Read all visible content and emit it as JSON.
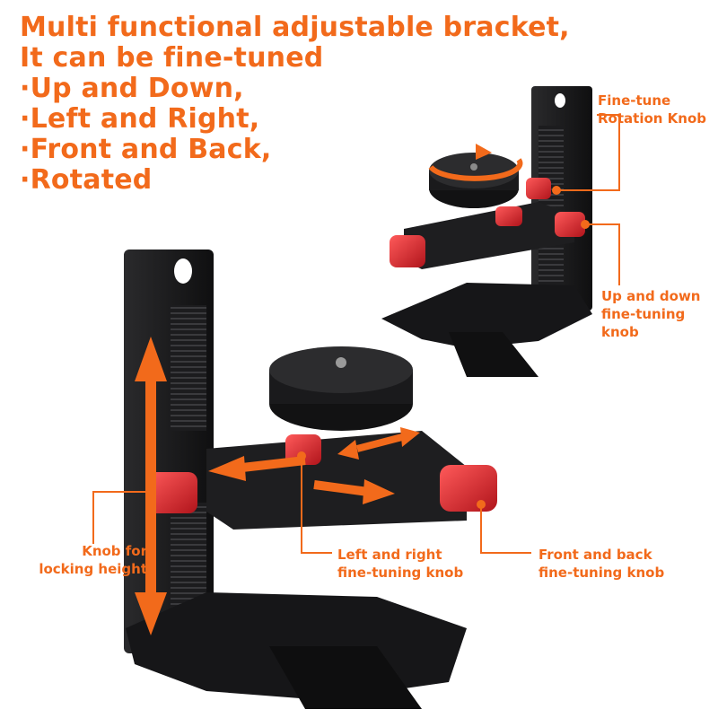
{
  "headline": [
    "Multi functional adjustable bracket,",
    "It can be fine-tuned",
    "·Up and Down,",
    "·Left and Right,",
    "·Front and Back,",
    "·Rotated"
  ],
  "callouts": {
    "rotation_knob": [
      "Fine-tune",
      "Rotation Knob"
    ],
    "up_down": [
      "Up and down",
      "fine-tuning",
      "knob"
    ],
    "locking_height": [
      "Knob for",
      "locking height"
    ],
    "left_right": [
      "Left and right",
      "fine-tuning knob"
    ],
    "front_back": [
      "Front and back",
      "fine-tuning knob"
    ]
  },
  "colors": {
    "accent": "#f26a1b",
    "bracket": "#1c1c1e",
    "knob": "#d8232a",
    "background": "#ffffff"
  }
}
